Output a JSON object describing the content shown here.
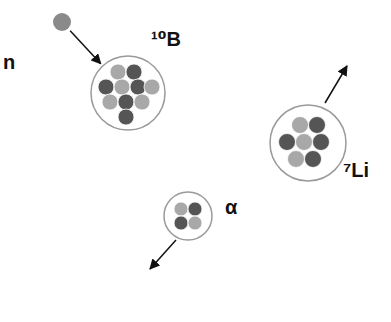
{
  "diagram": {
    "nodes": [
      {
        "text": [
          "n"
        ]
      },
      {
        "text": [
          "¹⁰B"
        ]
      },
      {
        "text": [
          "⁷Li"
        ]
      },
      {
        "text": [
          "α"
        ]
      }
    ],
    "edges": [
      {
        "from": 0,
        "to": 1,
        "arrow": "to"
      }
    ]
  }
}
